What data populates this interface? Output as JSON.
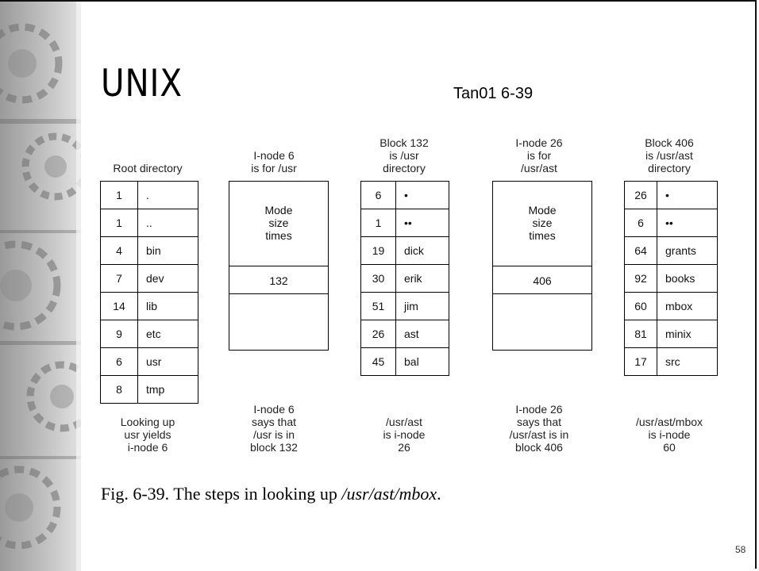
{
  "slide": {
    "title": "UNIX",
    "reference": "Tan01 6-39",
    "page_number": "58",
    "caption": {
      "prefix": "Fig. 6-39. The steps in looking up ",
      "path": "/usr/ast/mbox",
      "suffix": "."
    }
  },
  "diagram": {
    "root_directory": {
      "header": [
        "Root directory"
      ],
      "entries": [
        {
          "inode": "1",
          "name": "."
        },
        {
          "inode": "1",
          "name": ".."
        },
        {
          "inode": "4",
          "name": "bin"
        },
        {
          "inode": "7",
          "name": "dev"
        },
        {
          "inode": "14",
          "name": "lib"
        },
        {
          "inode": "9",
          "name": "etc"
        },
        {
          "inode": "6",
          "name": "usr"
        },
        {
          "inode": "8",
          "name": "tmp"
        }
      ],
      "footer": [
        "Looking up",
        "usr yields",
        "i-node 6"
      ]
    },
    "inode_6": {
      "header": [
        "I-node 6",
        "is for /usr"
      ],
      "attrs": [
        "Mode",
        "size",
        "times"
      ],
      "block": "132",
      "footer": [
        "I-node 6",
        "says that",
        "/usr is in",
        "block 132"
      ]
    },
    "block_132": {
      "header": [
        "Block 132",
        "is /usr",
        "directory"
      ],
      "entries": [
        {
          "inode": "6",
          "name": "•"
        },
        {
          "inode": "1",
          "name": "••"
        },
        {
          "inode": "19",
          "name": "dick"
        },
        {
          "inode": "30",
          "name": "erik"
        },
        {
          "inode": "51",
          "name": "jim"
        },
        {
          "inode": "26",
          "name": "ast"
        },
        {
          "inode": "45",
          "name": "bal"
        }
      ],
      "footer": [
        "/usr/ast",
        "is i-node",
        "26"
      ]
    },
    "inode_26": {
      "header": [
        "I-node 26",
        "is for",
        "/usr/ast"
      ],
      "attrs": [
        "Mode",
        "size",
        "times"
      ],
      "block": "406",
      "footer": [
        "I-node 26",
        "says that",
        "/usr/ast is in",
        "block 406"
      ]
    },
    "block_406": {
      "header": [
        "Block 406",
        "is /usr/ast",
        "directory"
      ],
      "entries": [
        {
          "inode": "26",
          "name": "•"
        },
        {
          "inode": "6",
          "name": "••"
        },
        {
          "inode": "64",
          "name": "grants"
        },
        {
          "inode": "92",
          "name": "books"
        },
        {
          "inode": "60",
          "name": "mbox"
        },
        {
          "inode": "81",
          "name": "minix"
        },
        {
          "inode": "17",
          "name": "src"
        }
      ],
      "footer": [
        "/usr/ast/mbox",
        "is i-node",
        "60"
      ]
    }
  }
}
